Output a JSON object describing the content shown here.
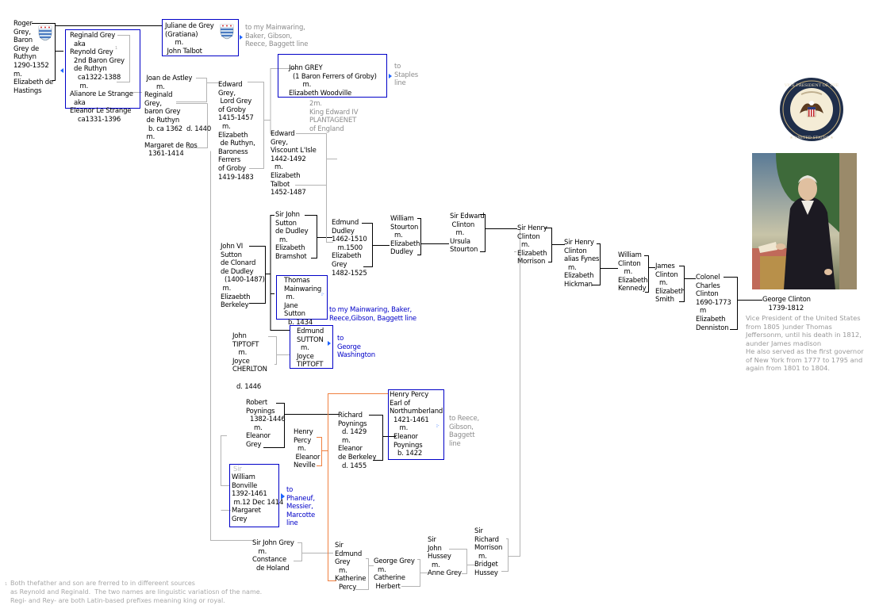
{
  "people": {
    "roger": "Roger\nGrey,\nBaron\nGrey de\nRuthyn\n1290-1352\nm.\nElizabeth de\nHastings",
    "reginald_1": "Reginald Grey\n  aka\nReynold Grey\n  2nd Baron Grey\n  de Ruthyn\n    ca1322-1388\n     m.\nAlianore Le Strange\n  aka\nEleanor Le Strange\n    ca1331-1396",
    "juliane": "Juliane de Grey\n(Gratiana)\n     m.\n John Talbot",
    "joan_reginald": " Joan de Astley\n      m.\nReginald\nGrey,\nbaron Grey\n de Ruthyn\n  b. ca 1362  d. 1440\n m.\nMargaret de Ros\n  1361-1414",
    "edward_grey": "Edward\nGrey,\n Lord Grey\nof Groby\n1415-1457\n  m.\nElizabeth\n de Ruthyn,\nBaroness\nFerrers\nof Groby\n1419-1483",
    "john_grey": "John GREY\n  (1 Baron Ferrers of Groby)\n       m.\nElizabeth Woodville",
    "edward_viscount": "Edward\nGrey,\nViscount L'Isle\n1442-1492\n  m.\nElizabeth\nTalbot\n1452-1487",
    "sir_john_sutton": "Sir John\nSutton\nde Dudley\n  m.\nElizabeth\nBramshot",
    "edmund_dudley": "Edmund\nDudley\n1462-1510\n   m.1500\nElizabeth\nGrey\n1482-1525",
    "william_stourton": "William\nStourton\n  m.\nElizabeth\nDudley",
    "edward_clinton": "Sir Edward\n Clinton\n   m.\nUrsula\nStourton",
    "henry_clinton_1": "Sir Henry\nClinton\n  m.\nElizabeth\nMorrison",
    "henry_clinton_2": "Sir Henry\nClinton\nalias Fynes\n  m.\nElizabeth\nHickman",
    "william_clinton": "William\nClinton\n   m.\nElizabeth\nKennedy",
    "james_clinton": "James\nClinton\n  m.\nElizabeth\nSmith",
    "charles_clinton": "Colonel\nCharles\nClinton\n1690-1773\n  m\nElizabeth\nDenniston",
    "george_clinton": "George Clinton\n   1739-1812",
    "john_vi_sutton": "John VI\nSutton\nde Clonard\nde Dudley\n  (1400-1487)\n m.\nElizaebth\nBerkeley",
    "thomas_mainwaring": "Thomas\nMainwaring\n m.\nJane\nSutton\n  b. 1434",
    "edmund_sutton": "Edmund\nSUTTON\n  m.\nJoyce\nTIPTOFT",
    "john_tiptoft": "John\nTIPTOFT\n   m.\nJoyce\nCHERLTON\n\n  d. 1446",
    "robert_poynings": "Robert\nPoynings\n  1382-1446\n    m.\nEleanor\nGrey",
    "henry_percy_neville": "Henry\nPercy\n  m.\n Eleanor\nNeville",
    "richard_poynings": "Richard\nPoynings\n  d. 1429\n  m.\nEleanor\nde Berkeley\n  d. 1455",
    "henry_percy_earl": "Henry Percy\nEarl of\nNorthumberland\n  1421-1461\n     m.\n  Eleanor\n  Poynings\n    b. 1422",
    "william_bonville": "William\nBonville\n1392-1461\n m.12 Dec 1414\nMargaret\nGrey",
    "william_bonville_prefix": "Sir",
    "john_grey_holand": "Sir John Grey\n   m.\nConstance\n  de Holand",
    "edmund_grey": "Sir\nEdmund\nGrey\n  m.\nKatherine\n  Percy",
    "george_grey": "George Grey\n  m.\nCatherine\n Herbert",
    "john_hussey": "Sir\nJohn\nHussey\n  m.\nAnne Grey",
    "richard_morrison": "Sir\nRichard\nMorrison\n  m.\nBridget\nHussey"
  },
  "annotations": {
    "juliane_line": "to my Mainwaring,\nBaker, Gibson,\nReece, Baggett line",
    "staples_line": "to\nStaples\nline",
    "woodville_2m": "2m.\nKing Edward IV\nPLANTAGENET\nof England",
    "mainwaring_line": "to my Mainwaring, Baker,\nReece,Gibson, Baggett line",
    "washington_line": "to\nGeorge\nWashington",
    "reece_line": "to Reece,\nGibson,\nBaggett\nline",
    "phaneuf_line": "to\nPhaneuf,\nMessier,\nMarcotte\nline",
    "george_clinton_bio": "Vice President of the United States\nfrom 1805 )under Thomas\nJeffersonm, until his death in 1812,\naunder James madison\nHe also served as the first governor\nof New York from 1777 to 1795 and\nagain from 1801 to 1804.",
    "footnote_marker": "1",
    "footnote": "Both thefather and son are frerred to in differeent sources\nas Reynold and Reginald.  The two names are linguistic variatiosn of the name.\nRegi- and Rey- are both Latin-based prefixes meaning king or royal.",
    "reynold_superscript": "1"
  },
  "images": {
    "seal": "vice-president-seal",
    "seal_text": "VICE PRESIDENT OF THE UNITED STATES",
    "portrait": "george-clinton-portrait",
    "coat_of_arms": "grey-coat-of-arms"
  },
  "colors": {
    "box_border": "#0000c8",
    "link_text": "#0000c8",
    "gray_text": "#8c8c8c",
    "gray_line": "#b4b4b4",
    "percy_line": "#f08040"
  }
}
